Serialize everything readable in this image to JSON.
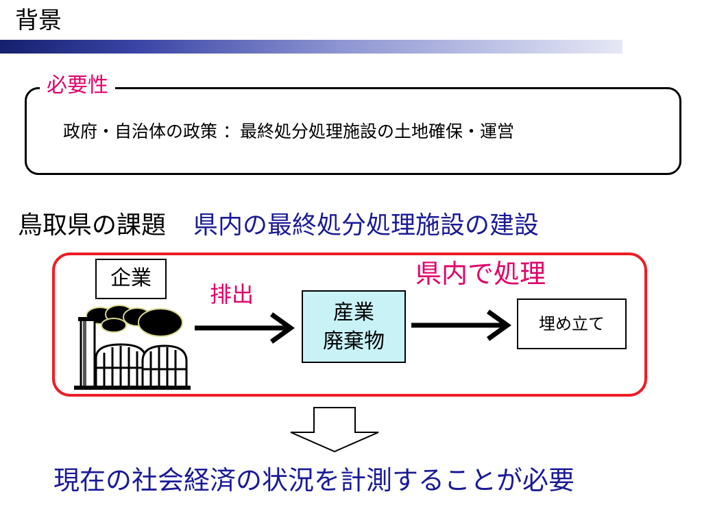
{
  "slide": {
    "title": "背景"
  },
  "necessity": {
    "label": "必要性",
    "text": "政府・自治体の政策 ：最終処分処理施設の土地確保・運営"
  },
  "issue": {
    "label": "鳥取県の課題",
    "value": "県内の最終処分処理施設の建設"
  },
  "flow": {
    "company": "企業",
    "discharge": "排出",
    "waste_line1": "産業",
    "waste_line2": "廃棄物",
    "in_prefecture": "県内で処理",
    "landfill": "埋め立て"
  },
  "conclusion": "現在の社会経済の状況を計測することが必要",
  "colors": {
    "accent_pink": "#e0006a",
    "accent_blue": "#1a1a96",
    "frame_red": "#ee1c25",
    "waste_fill": "#c9f2f7"
  },
  "icons": [
    "factory-icon",
    "arrow-right-icon",
    "down-arrow-icon"
  ]
}
